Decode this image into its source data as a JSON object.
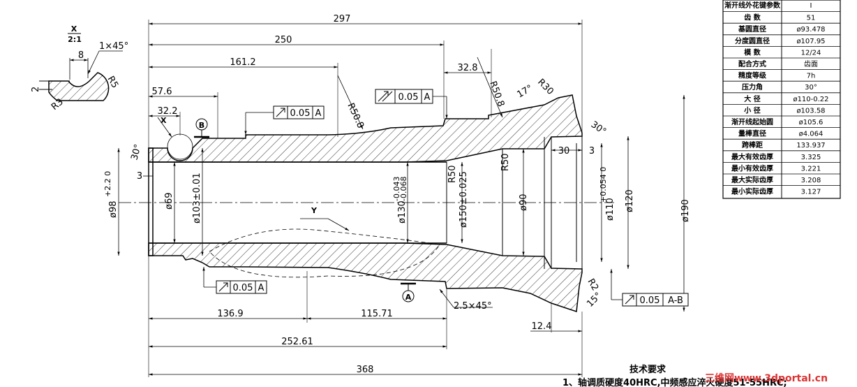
{
  "detail": {
    "view_letter": "X",
    "scale": "2:1",
    "chamfer": "1×45°",
    "width": "8",
    "radius_r3": "R3",
    "radius_r5": "R5",
    "depth": "2"
  },
  "dimensions": {
    "d297": "297",
    "d250": "250",
    "d161": "161.2",
    "d57": "57.6",
    "d32": "32.2",
    "d328": "32.8",
    "r508a": "R50.8",
    "r508b": "R50.8",
    "r30": "R30",
    "a17": "17°",
    "a30a": "30°",
    "a30b": "30°",
    "r50a": "R50",
    "r50b": "R50",
    "d30": "30",
    "d3a": "3",
    "d3b": "3",
    "x_label": "X",
    "y_label": "Y",
    "datum_a": "A",
    "datum_b": "B",
    "dia98": "ø98",
    "dia98_tol": "+2.2\n0",
    "dia69": "ø69",
    "dia103": "ø103±0.01",
    "dia130": "ø130",
    "dia130_tol_up": "-0.043",
    "dia130_tol_lo": "-0.068",
    "dia150": "ø150±0.025",
    "dia90": "ø90",
    "dia110": "ø110",
    "dia110_tol": "+0.054\n0",
    "dia120": "ø120",
    "dia190": "ø190",
    "r2": "R2",
    "a15": "15°",
    "d1369": "136.9",
    "d11571": "115.71",
    "chamf25": "2.5×45°",
    "d124": "12.4",
    "d25261": "252.61",
    "d368": "368"
  },
  "tolerances": [
    {
      "value": "0.05",
      "datum": "A"
    },
    {
      "value": "0.05",
      "datum": "A"
    },
    {
      "value": "0.05",
      "datum": "A"
    },
    {
      "value": "0.05",
      "datum": "A-B"
    }
  ],
  "spline_table": {
    "title": "渐开线外花键参数",
    "title_val": "Ⅰ",
    "rows": [
      {
        "label": "齿 数",
        "value": "51"
      },
      {
        "label": "基圆直径",
        "value": "ø93.478"
      },
      {
        "label": "分度圆直径",
        "value": "ø107.95"
      },
      {
        "label": "模 数",
        "value": "12/24"
      },
      {
        "label": "配合方式",
        "value": "齿面"
      },
      {
        "label": "精度等级",
        "value": "7h"
      },
      {
        "label": "压力角",
        "value": "30°"
      },
      {
        "label": "大 径",
        "value": "ø110-0.22"
      },
      {
        "label": "小 径",
        "value": "ø103.58"
      },
      {
        "label": "渐开线起始圆",
        "value": "ø105.6"
      },
      {
        "label": "量棒直径",
        "value": "ø4.064"
      },
      {
        "label": "跨棒距",
        "value": "133.937"
      },
      {
        "label": "最大有效齿厚",
        "value": "3.325"
      },
      {
        "label": "最小有效齿厚",
        "value": "3.221"
      },
      {
        "label": "最大实际齿厚",
        "value": "3.208"
      },
      {
        "label": "最小实际齿厚",
        "value": "3.127"
      }
    ]
  },
  "notes": {
    "title": "技术要求",
    "line1": "1、轴调质硬度40HRC,中频感应淬火硬度51-55HRC;"
  },
  "watermark": "三维网www.3dportal.cn"
}
